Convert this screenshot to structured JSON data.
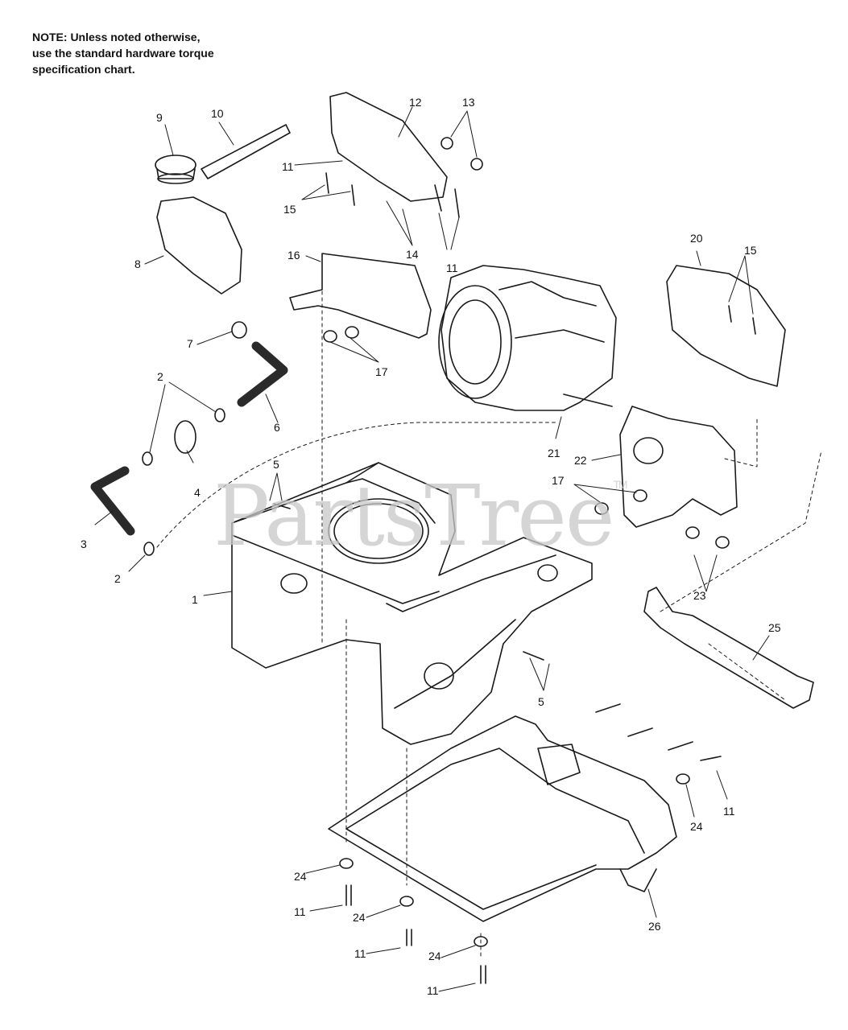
{
  "note": {
    "line1": "NOTE: Unless noted otherwise,",
    "line2": "use the standard hardware torque",
    "line3": "specification chart."
  },
  "watermark": {
    "text": "PartsTree",
    "tm": "TM"
  },
  "callouts": {
    "c1": "1",
    "c2a": "2",
    "c2b": "2",
    "c3": "3",
    "c4": "4",
    "c5a": "5",
    "c5b": "5",
    "c6": "6",
    "c7": "7",
    "c8": "8",
    "c9": "9",
    "c10": "10",
    "c11a": "11",
    "c11b": "11",
    "c11c": "11",
    "c11d": "11",
    "c11e": "11",
    "c11f": "11",
    "c12": "12",
    "c13": "13",
    "c14": "14",
    "c15a": "15",
    "c15b": "15",
    "c16": "16",
    "c17a": "17",
    "c17b": "17",
    "c20": "20",
    "c21": "21",
    "c22": "22",
    "c23": "23",
    "c24a": "24",
    "c24b": "24",
    "c24c": "24",
    "c24d": "24",
    "c25": "25",
    "c26": "26"
  },
  "colors": {
    "line": "#1a1a1a",
    "watermark": "#c8c8c8",
    "part_fill": "#ffffff",
    "hose_fill": "#2a2a2a"
  }
}
